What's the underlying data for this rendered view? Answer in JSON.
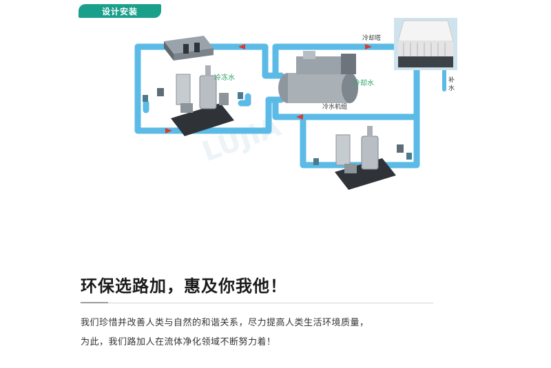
{
  "header": {
    "badge": "设计安装"
  },
  "diagram": {
    "labels": {
      "chilled_water": "冷冻水",
      "cooling_water": "冷却水",
      "cooling_tower": "冷却塔",
      "chiller_unit": "冷水机组",
      "makeup_water": [
        "补",
        "水"
      ]
    },
    "colors": {
      "pipe": "#6cc4ea",
      "pipe_edge": "#3a9fd0",
      "arrow": "#d83a2e",
      "label_green": "#2ca36a"
    }
  },
  "content": {
    "headline": "环保选路加，惠及你我他！",
    "paragraph_line1": "我们珍惜并改善人类与自然的和谐关系，尽力提高人类生活环境质量，",
    "paragraph_line2": "为此，我们路加人在流体净化领域不断努力着！"
  }
}
